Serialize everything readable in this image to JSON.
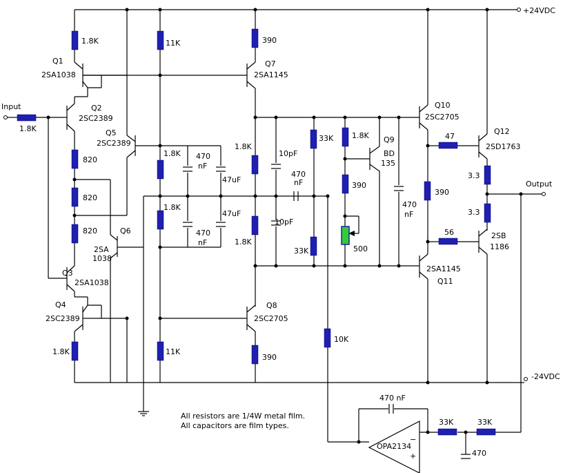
{
  "rails": {
    "positive": "+24VDC",
    "negative": "-24VDC"
  },
  "io": {
    "input": "Input",
    "output": "Output"
  },
  "transistors": [
    {
      "ref": "Q1",
      "part": "2SA1038"
    },
    {
      "ref": "Q2",
      "part": "2SC2389"
    },
    {
      "ref": "Q3",
      "part": "2SA1038"
    },
    {
      "ref": "Q4",
      "part": "2SC2389"
    },
    {
      "ref": "Q5",
      "part": "2SC2389"
    },
    {
      "ref": "Q6",
      "part_line1": "2SA",
      "part_line2": "1038"
    },
    {
      "ref": "Q7",
      "part": "2SA1145"
    },
    {
      "ref": "Q8",
      "part": "2SC2705"
    },
    {
      "ref": "Q9",
      "part_line1": "BD",
      "part_line2": "135"
    },
    {
      "ref": "Q10",
      "part": "2SC2705"
    },
    {
      "ref": "Q11",
      "part": "2SA1145"
    },
    {
      "ref": "Q12",
      "part": "2SD1763"
    },
    {
      "ref": "",
      "part_line1": "2SB",
      "part_line2": "1186"
    }
  ],
  "resistors": {
    "r_input": "1.8K",
    "r_q1_emitter": "1.8K",
    "r_820_a": "820",
    "r_820_b": "820",
    "r_820_c": "820",
    "r_q4_emitter": "1.8K",
    "r_11k_top": "11K",
    "r_1k8_left_a": "1.8K",
    "r_1k8_left_b": "1.8K",
    "r_11k_bottom": "11K",
    "r_390_q7": "390",
    "r_1k8_mid_a": "1.8K",
    "r_1k8_mid_b": "1.8K",
    "r_390_q8": "390",
    "r_33k_top": "33K",
    "r_33k_bottom": "33K",
    "r_1k8_q9": "1.8K",
    "r_390_q9": "390",
    "pot_500": "500",
    "r_10k": "10K",
    "r_390_driver": "390",
    "r_47": "47",
    "r_56": "56",
    "r_3r3_a": "3.3",
    "r_3r3_b": "3.3",
    "r_33k_a": "33K",
    "r_33k_b": "33K",
    "r_470_bottom": "470"
  },
  "capacitors": {
    "c_470nf_a_val": "470",
    "c_470nf_a_unit": "nF",
    "c_470nf_b_val": "470",
    "c_470nf_b_unit": "nF",
    "c_47uf_a": "47uF",
    "c_47uf_b": "47uF",
    "c_10pf_a": "10pF",
    "c_10pf_b": "10pF",
    "c_470nf_coupling_val": "470",
    "c_470nf_coupling_unit": "nF",
    "c_470nf_driver_val": "470",
    "c_470nf_driver_unit": "nF",
    "c_470nf_feedback": "470 nF"
  },
  "opamp": {
    "name": "OPA2134",
    "minus": "−",
    "plus": "+"
  },
  "notes": {
    "line1": "All resistors are 1/4W metal film.",
    "line2": "All capacitors are film types."
  }
}
